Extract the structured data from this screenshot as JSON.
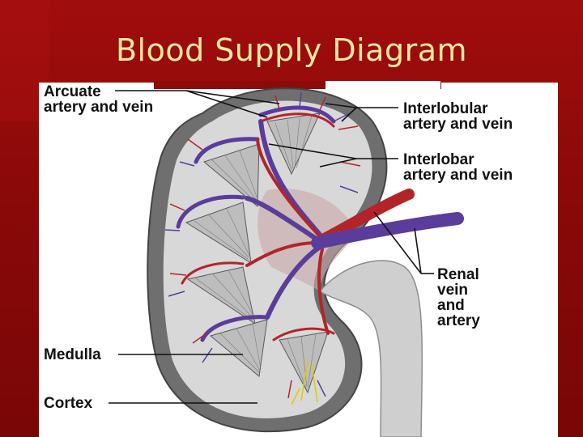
{
  "slide": {
    "title": "Blood Supply Diagram"
  },
  "labels": {
    "arcuate": {
      "line1": "Arcuate",
      "line2": "artery and vein"
    },
    "interlobular": {
      "line1": "Interlobular",
      "line2": "artery and vein"
    },
    "interlobar": {
      "line1": "Interlobar",
      "line2": "artery and vein"
    },
    "renal": {
      "line1": "Renal",
      "line2": "vein",
      "line3": "and",
      "line4": "artery"
    },
    "medulla": "Medulla",
    "cortex": "Cortex"
  },
  "colors": {
    "background": "#8c0a0a",
    "title": "#f6e7a4",
    "artery": "#b3242a",
    "vein": "#5a3d9a",
    "capsule": "#7a7a7a",
    "cortex": "#d7d7d7"
  }
}
